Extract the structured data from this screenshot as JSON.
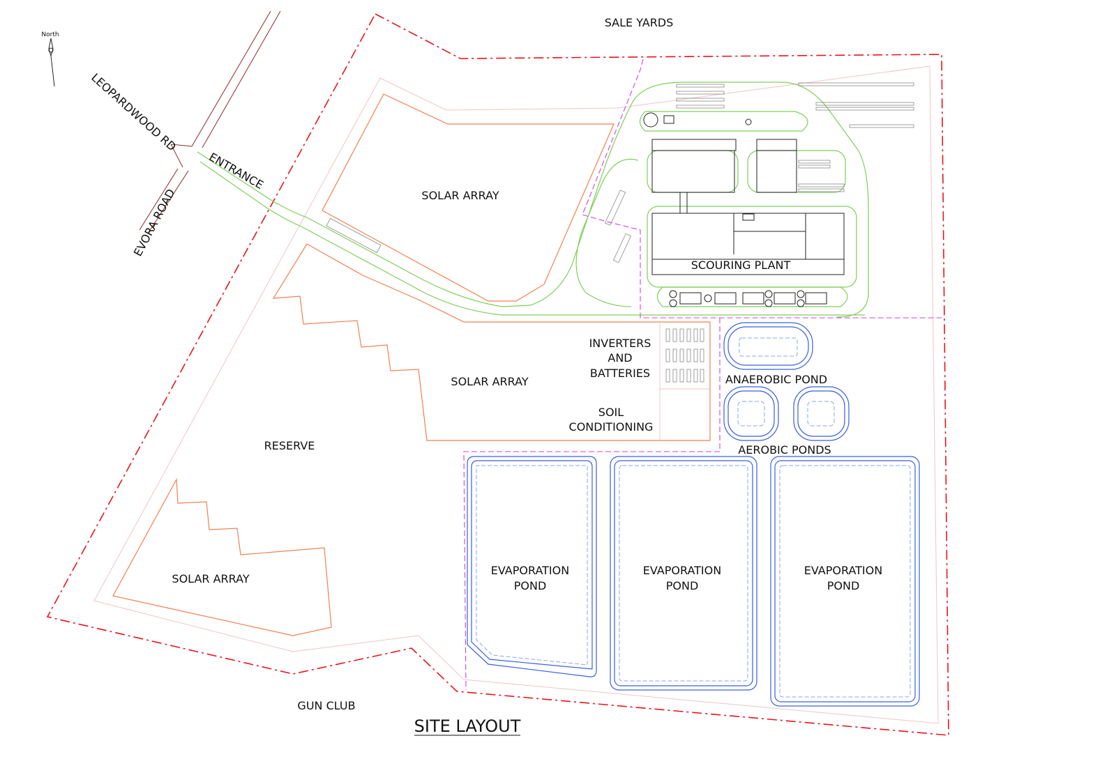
{
  "title": "SITE LAYOUT",
  "north_label": "North",
  "neighbours": {
    "top": "SALE YARDS",
    "bottom": "GUN CLUB"
  },
  "roads": {
    "leopardwood": "LEOPARDWOOD RD",
    "evora": "EVORA ROAD",
    "entrance": "ENTRANCE"
  },
  "zones": {
    "solar_top": "SOLAR ARRAY",
    "solar_middle": "SOLAR ARRAY",
    "solar_bottom": "SOLAR ARRAY",
    "reserve": "RESERVE",
    "scouring_plant": "SCOURING PLANT",
    "inverters": [
      "INVERTERS",
      "AND",
      "BATTERIES"
    ],
    "soil": [
      "SOIL",
      "CONDITIONING"
    ],
    "anaerobic": "ANAEROBIC POND",
    "aerobic": "AEROBIC PONDS",
    "evaporation": [
      {
        "line1": "EVAPORATION",
        "line2": "POND"
      },
      {
        "line1": "EVAPORATION",
        "line2": "POND"
      },
      {
        "line1": "EVAPORATION",
        "line2": "POND"
      }
    ]
  },
  "colors": {
    "boundary": "#e8141c",
    "road": "#7fcf5a",
    "solar": "#f08050",
    "ponds": "#3a5fe0",
    "easement": "#d040e0"
  }
}
